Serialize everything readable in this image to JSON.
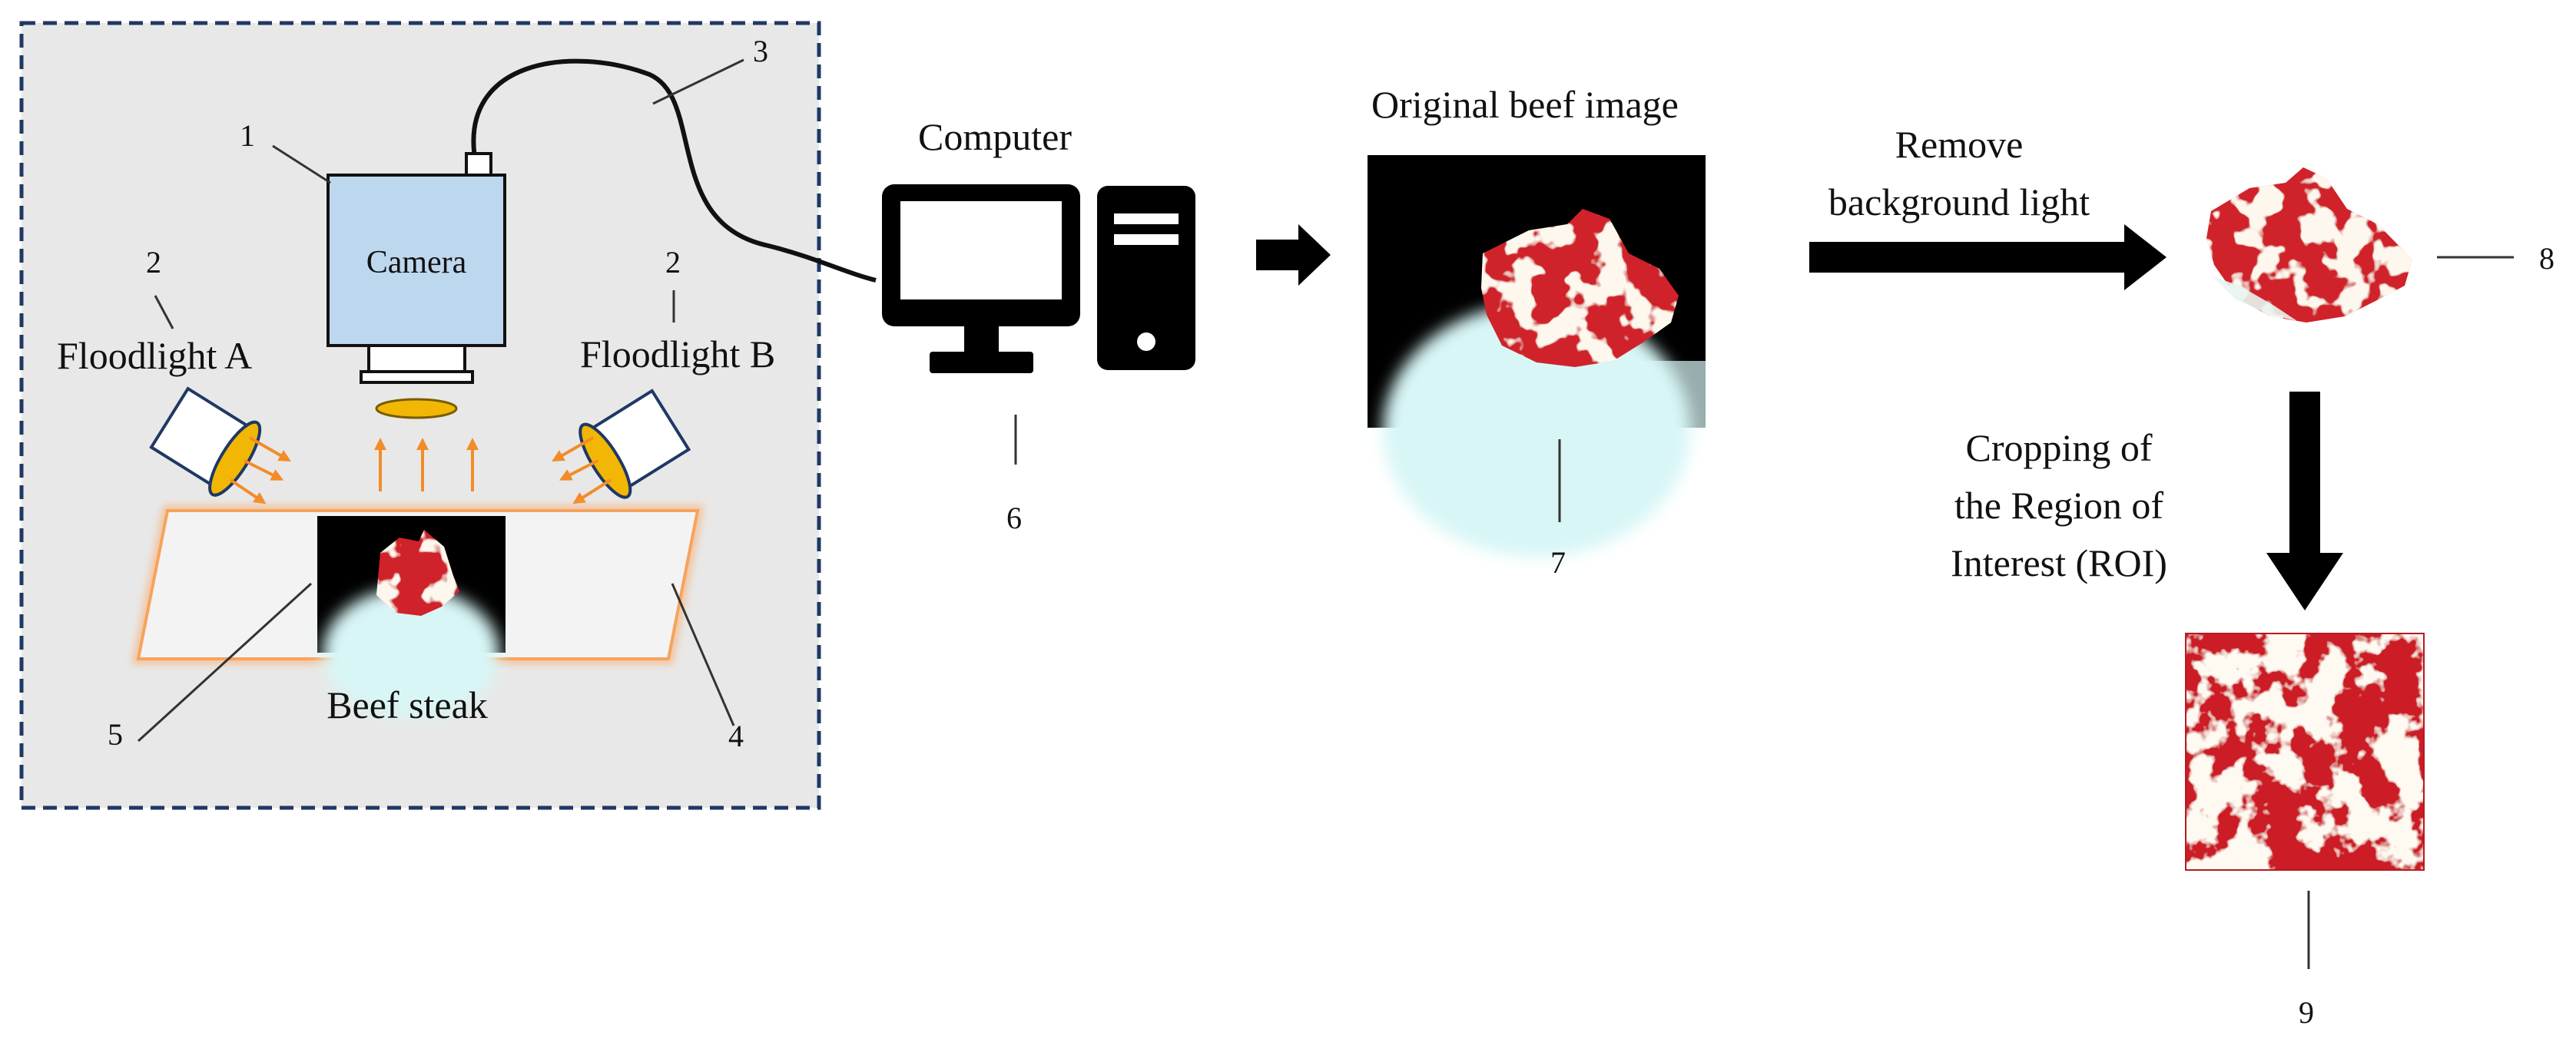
{
  "labels": {
    "camera": "Camera",
    "floodlight_a": "Floodlight A",
    "floodlight_b": "Floodlight B",
    "beef_steak": "Beef steak",
    "computer": "Computer",
    "original_image": "Original beef image",
    "remove_line1": "Remove",
    "remove_line2": "background light",
    "crop_line1": "Cropping of",
    "crop_line2": "the Region of",
    "crop_line3": "Interest (ROI)"
  },
  "numbers": {
    "n1": "1",
    "n2a": "2",
    "n2b": "2",
    "n3": "3",
    "n4": "4",
    "n5": "5",
    "n6": "6",
    "n7": "7",
    "n8": "8",
    "n9": "9"
  },
  "colors": {
    "panel_fill": "#e8e8e8",
    "panel_border": "#1f3864",
    "camera_fill": "#bdd7ee",
    "lens_fill": "#f2b705",
    "light_arrow": "#f28c28",
    "tray_glow": "#f7b27a",
    "meat": "#d0202a",
    "fat": "#f5e6d3",
    "glow": "#dff7f7"
  },
  "icons": {
    "computer": "desktop-computer-icon",
    "arrow": "right-arrow-icon"
  }
}
